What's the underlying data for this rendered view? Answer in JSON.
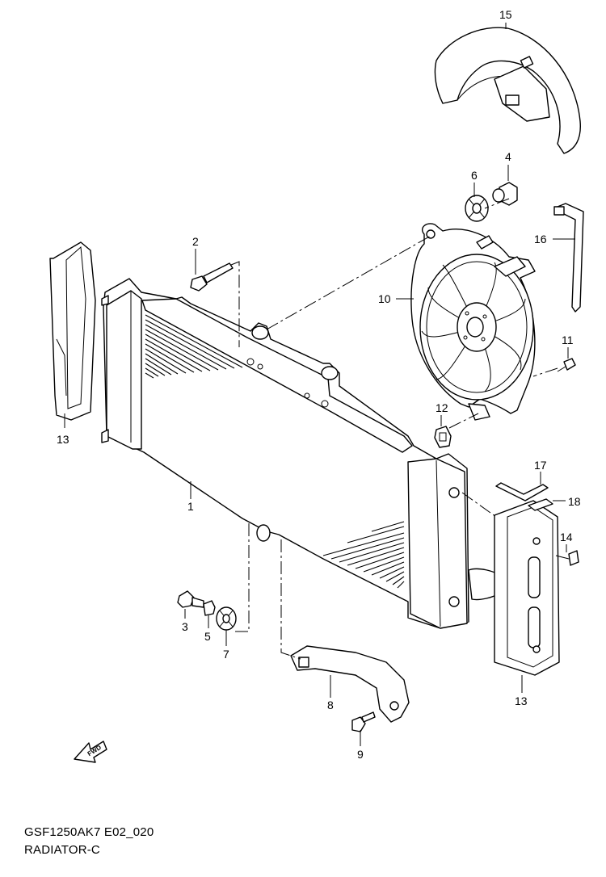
{
  "footer": {
    "code": "GSF1250AK7 E02_020",
    "title": "RADIATOR-C"
  },
  "fwd_label": "FWD",
  "callouts": {
    "c1": "1",
    "c2": "2",
    "c3": "3",
    "c4": "4",
    "c5": "5",
    "c6": "6",
    "c7": "7",
    "c8": "8",
    "c9": "9",
    "c10": "10",
    "c11": "11",
    "c12": "12",
    "c13_left": "13",
    "c13_right": "13",
    "c14": "14",
    "c15": "15",
    "c16": "16",
    "c17": "17",
    "c18": "18"
  }
}
